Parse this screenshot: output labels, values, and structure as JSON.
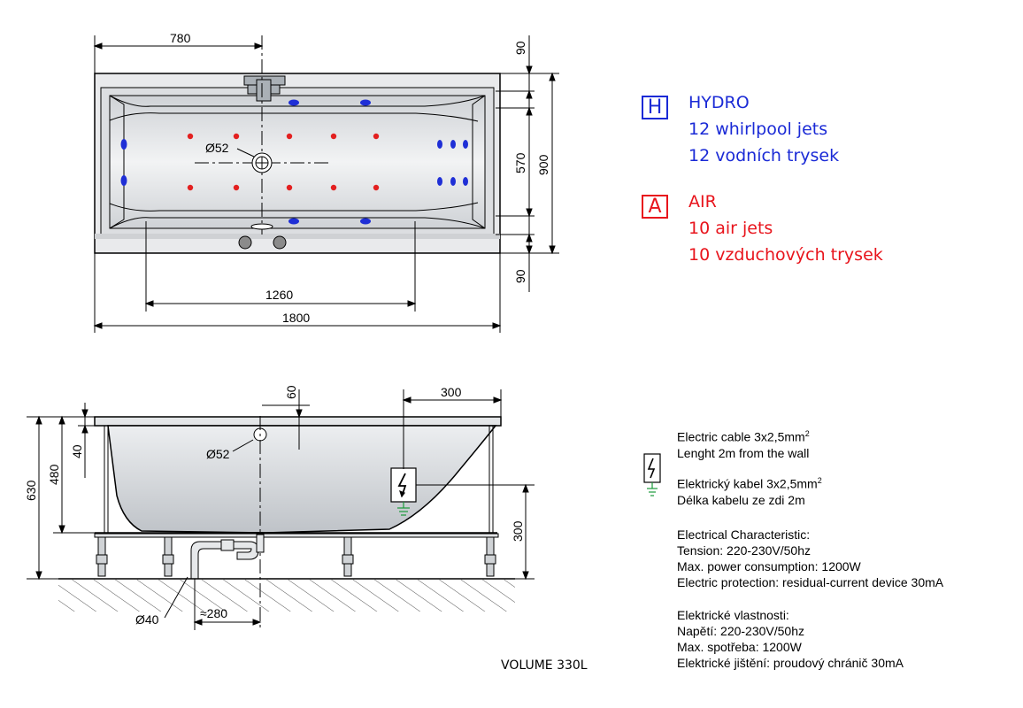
{
  "top_view": {
    "dim_780": "780",
    "dim_90_top": "90",
    "dim_570": "570",
    "dim_900": "900",
    "dim_90_bottom": "90",
    "dim_1260": "1260",
    "dim_1800": "1800",
    "drain_label": "Ø52",
    "jet_hydro_color": "#1f2fd6",
    "jet_air_color": "#e32020"
  },
  "legend": {
    "hydro": {
      "badge": "H",
      "title": "HYDRO",
      "line1": "12 whirlpool jets",
      "line2": "12 vodních trysek",
      "color": "#1a2ad6"
    },
    "air": {
      "badge": "A",
      "title": "AIR",
      "line1": "10 air jets",
      "line2": "10 vzduchových trysek",
      "color": "#e8141c"
    }
  },
  "side_view": {
    "dim_60": "60",
    "dim_300_top": "300",
    "dim_40": "40",
    "dim_480": "480",
    "dim_630": "630",
    "dim_300_right": "300",
    "overflow_label": "Ø52",
    "waste_label": "Ø40",
    "waste_dist": "≈280"
  },
  "electric": {
    "cable_line1": "Electric cable 3x2,5mm",
    "cable_sup1": "2",
    "cable_line2": "Lenght 2m from the wall",
    "cable_cz_line1": "Elektrický kabel 3x2,5mm",
    "cable_sup2": "2",
    "cable_cz_line2": "Délka kabelu ze zdi 2m",
    "char_title": "Electrical Characteristic:",
    "char_tension": "Tension: 220-230V/50hz",
    "char_power": "Max. power consumption: 1200W",
    "char_protection": "Electric protection: residual-current device 30mA",
    "cz_title": "Elektrické vlastnosti:",
    "cz_tension": "Napětí: 220-230V/50hz",
    "cz_power": "Max. spotřeba: 1200W",
    "cz_protection": "Elektrické jištění: proudový chránič 30mA"
  },
  "volume": "VOLUME 330L"
}
